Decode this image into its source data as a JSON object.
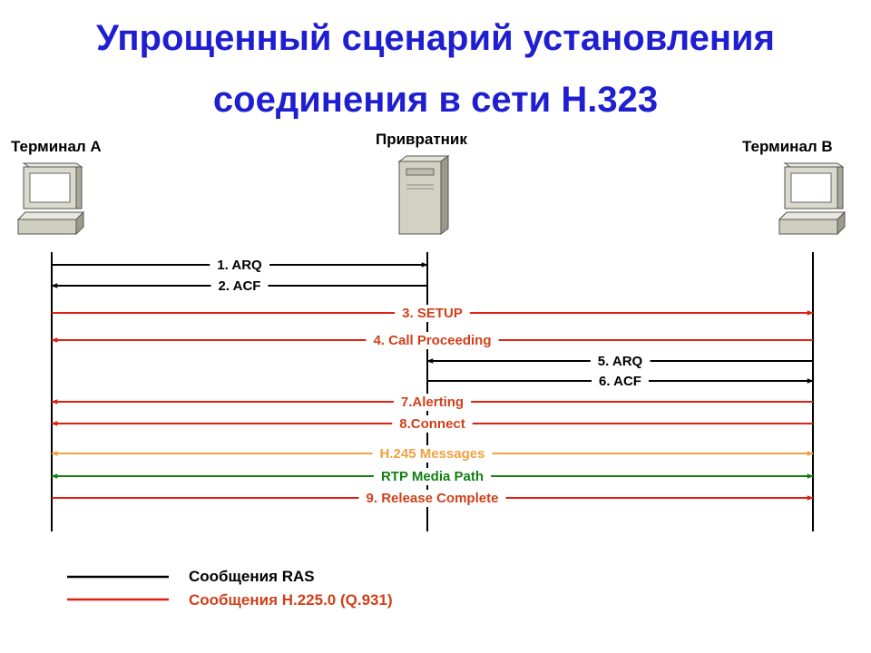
{
  "title": {
    "line1": "Упрощенный сценарий установления",
    "line2": "соединения в сети Н.323"
  },
  "nodes": {
    "terminal_a": "Терминал А",
    "gatekeeper": "Привратник",
    "terminal_b": "Терминал В"
  },
  "messages": [
    {
      "label": "1. ARQ",
      "from": "terminal_a",
      "to": "gatekeeper",
      "kind": "ras"
    },
    {
      "label": "2. ACF",
      "from": "gatekeeper",
      "to": "terminal_a",
      "kind": "ras"
    },
    {
      "label": "3. SETUP",
      "from": "terminal_a",
      "to": "terminal_b",
      "kind": "h225"
    },
    {
      "label": "4. Call Proceeding",
      "from": "terminal_b",
      "to": "terminal_a",
      "kind": "h225"
    },
    {
      "label": "5. ARQ",
      "from": "terminal_b",
      "to": "gatekeeper",
      "kind": "ras"
    },
    {
      "label": "6. ACF",
      "from": "gatekeeper",
      "to": "terminal_b",
      "kind": "ras"
    },
    {
      "label": "7.Alerting",
      "from": "terminal_b",
      "to": "terminal_a",
      "kind": "h225"
    },
    {
      "label": "8.Connect",
      "from": "terminal_b",
      "to": "terminal_a",
      "kind": "h225"
    },
    {
      "label": "H.245 Messages",
      "from": "terminal_a",
      "to": "terminal_b",
      "kind": "h245",
      "bidirectional": true
    },
    {
      "label": "RTP Media Path",
      "from": "terminal_a",
      "to": "terminal_b",
      "kind": "rtp",
      "bidirectional": true
    },
    {
      "label": "9. Release Complete",
      "from": "terminal_a",
      "to": "terminal_b",
      "kind": "h225"
    }
  ],
  "colors": {
    "title": "#1f1fd1",
    "ras": "#000000",
    "h225": "#e02010",
    "h225_text": "#d0401a",
    "h245": "#f0a040",
    "rtp": "#108010"
  },
  "legend": [
    {
      "label": "Сообщения RAS",
      "kind": "ras"
    },
    {
      "label": "Сообщения H.225.0 (Q.931)",
      "kind": "h225"
    }
  ]
}
